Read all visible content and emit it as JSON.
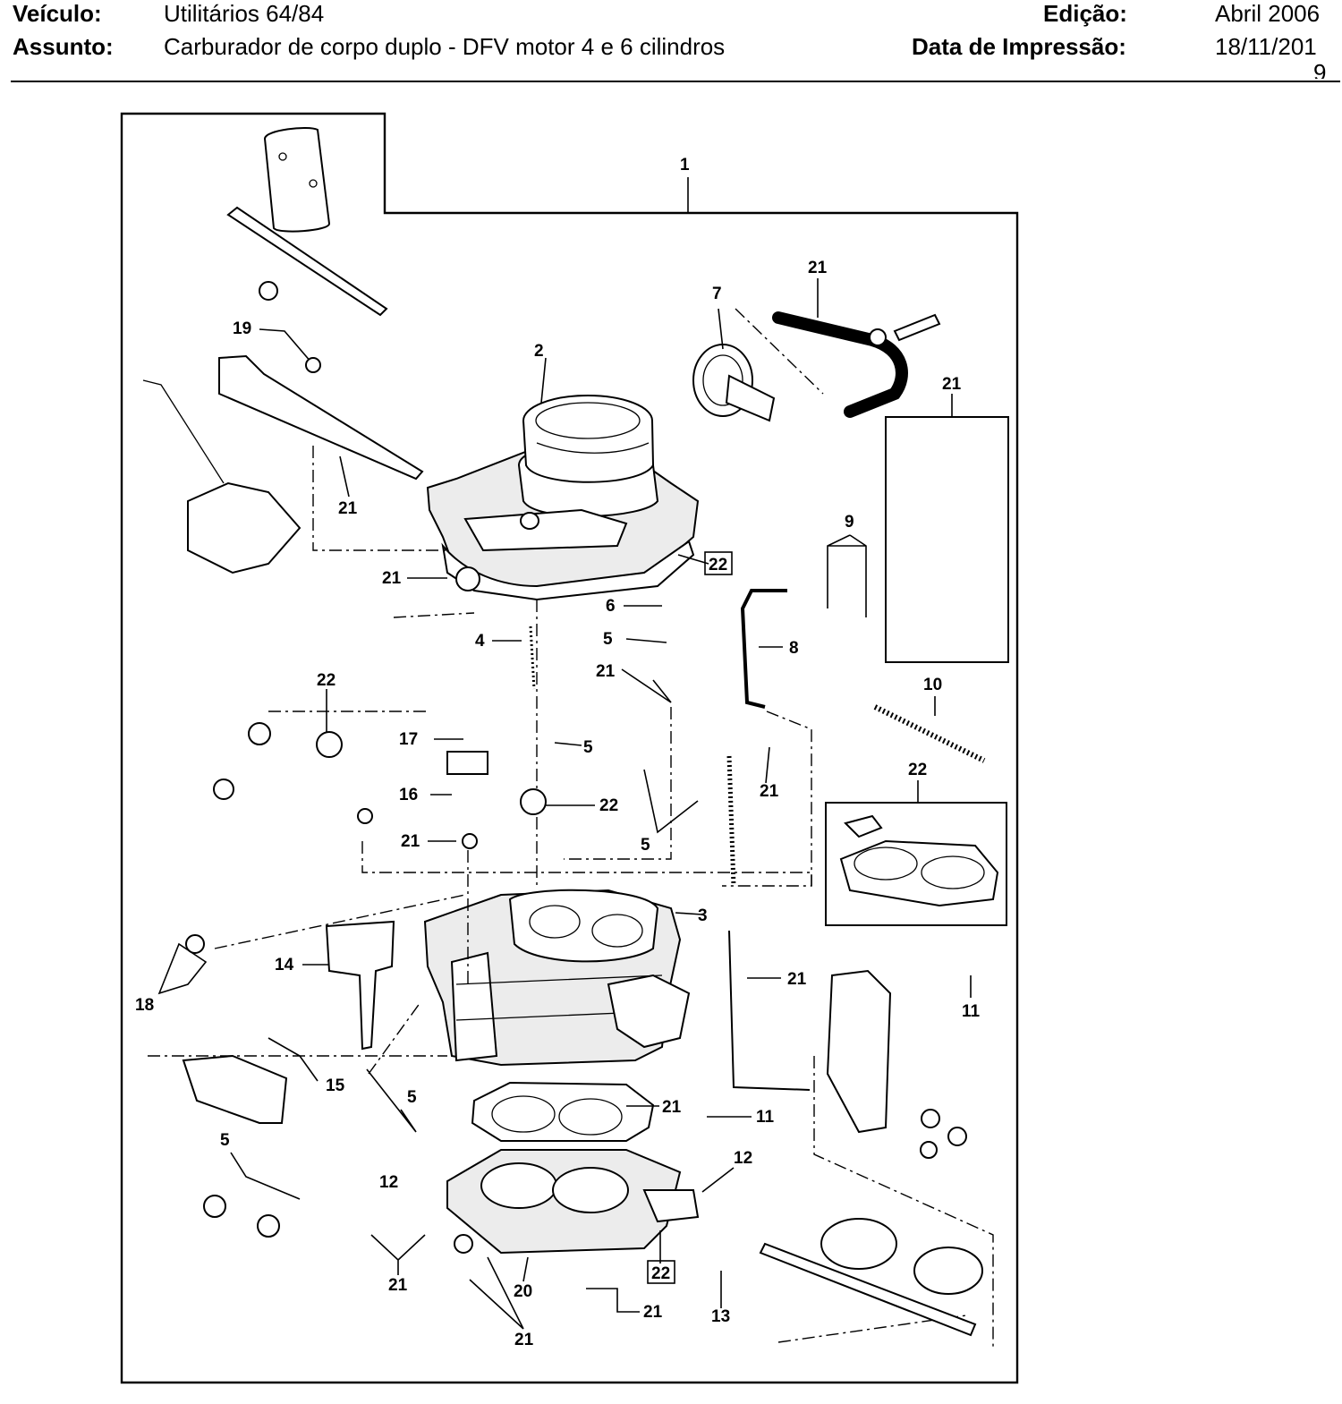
{
  "header": {
    "vehicle_label": "Veículo:",
    "vehicle_value": "Utilitários 64/84",
    "subject_label": "Assunto:",
    "subject_value": "Carburador de corpo duplo - DFV motor 4 e 6 cilindros",
    "edition_label": "Edição:",
    "edition_value": "Abril 2006",
    "print_date_label": "Data de Impressão:",
    "print_date_value": "18/11/201",
    "print_date_overflow": "9"
  },
  "callouts": [
    {
      "id": "c1",
      "text": "1"
    },
    {
      "id": "c2",
      "text": "2"
    },
    {
      "id": "c3",
      "text": "3"
    },
    {
      "id": "c4",
      "text": "4"
    },
    {
      "id": "c5a",
      "text": "5"
    },
    {
      "id": "c5b",
      "text": "5"
    },
    {
      "id": "c5c",
      "text": "5"
    },
    {
      "id": "c5d",
      "text": "5"
    },
    {
      "id": "c5e",
      "text": "5"
    },
    {
      "id": "c6",
      "text": "6"
    },
    {
      "id": "c7",
      "text": "7"
    },
    {
      "id": "c8",
      "text": "8"
    },
    {
      "id": "c9",
      "text": "9"
    },
    {
      "id": "c10",
      "text": "10"
    },
    {
      "id": "c11a",
      "text": "11"
    },
    {
      "id": "c11b",
      "text": "11"
    },
    {
      "id": "c12a",
      "text": "12"
    },
    {
      "id": "c12b",
      "text": "12"
    },
    {
      "id": "c13",
      "text": "13"
    },
    {
      "id": "c14",
      "text": "14"
    },
    {
      "id": "c15",
      "text": "15"
    },
    {
      "id": "c16",
      "text": "16"
    },
    {
      "id": "c17",
      "text": "17"
    },
    {
      "id": "c18",
      "text": "18"
    },
    {
      "id": "c19",
      "text": "19"
    },
    {
      "id": "c20",
      "text": "20"
    },
    {
      "id": "c21a",
      "text": "21"
    },
    {
      "id": "c21b",
      "text": "21"
    },
    {
      "id": "c21c",
      "text": "21"
    },
    {
      "id": "c21d",
      "text": "21"
    },
    {
      "id": "c21e",
      "text": "21"
    },
    {
      "id": "c21f",
      "text": "21"
    },
    {
      "id": "c21g",
      "text": "21"
    },
    {
      "id": "c21h",
      "text": "21"
    },
    {
      "id": "c21i",
      "text": "21"
    },
    {
      "id": "c21j",
      "text": "21"
    },
    {
      "id": "c21k",
      "text": "21"
    },
    {
      "id": "c21l",
      "text": "21"
    },
    {
      "id": "c21m",
      "text": "21"
    },
    {
      "id": "c22a",
      "text": "22"
    },
    {
      "id": "c22b",
      "text": "22"
    },
    {
      "id": "c22c",
      "text": "22"
    },
    {
      "id": "c22d",
      "text": "22"
    },
    {
      "id": "c22e",
      "text": "22"
    }
  ]
}
